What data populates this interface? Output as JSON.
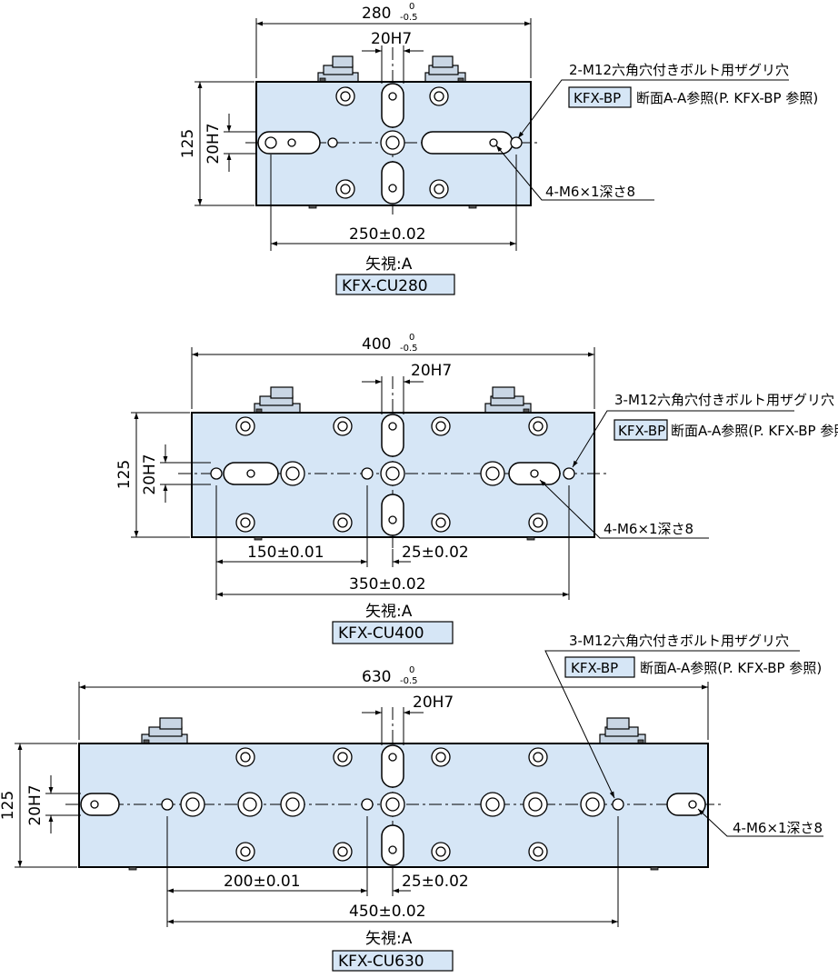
{
  "views": [
    {
      "id": "cu280",
      "width_dim": "280",
      "tol_upper": "0",
      "tol_lower": "-0.5",
      "key_width": "20H7",
      "height_dim": "125",
      "key_height": "20H7",
      "pitch_main": "250±0.02",
      "view_label": "矢視:A",
      "model": "KFX-CU280",
      "bolt_note": "2-M12六角穴付きボルト用ザグリ穴",
      "ref_tag": "KFX-BP",
      "ref_note": "断面A-A参照(P. KFX-BP 参照)",
      "tap_note": "4-M6×1深さ8"
    },
    {
      "id": "cu400",
      "width_dim": "400",
      "tol_upper": "0",
      "tol_lower": "-0.5",
      "key_width": "20H7",
      "height_dim": "125",
      "key_height": "20H7",
      "pitch_left": "150±0.01",
      "pitch_center": "25±0.02",
      "pitch_main": "350±0.02",
      "view_label": "矢視:A",
      "model": "KFX-CU400",
      "bolt_note": "3-M12六角穴付きボルト用ザグリ穴",
      "ref_tag": "KFX-BP",
      "ref_note": "断面A-A参照(P. KFX-BP 参照)",
      "tap_note": "4-M6×1深さ8"
    },
    {
      "id": "cu630",
      "width_dim": "630",
      "tol_upper": "0",
      "tol_lower": "-0.5",
      "key_width": "20H7",
      "height_dim": "125",
      "key_height": "20H7",
      "pitch_left": "200±0.01",
      "pitch_center": "25±0.02",
      "pitch_main": "450±0.02",
      "view_label": "矢視:A",
      "model": "KFX-CU630",
      "bolt_note": "3-M12六角穴付きボルト用ザグリ穴",
      "ref_tag": "KFX-BP",
      "ref_note": "断面A-A参照(P. KFX-BP 参照)",
      "tap_note": "4-M6×1深さ8"
    }
  ]
}
